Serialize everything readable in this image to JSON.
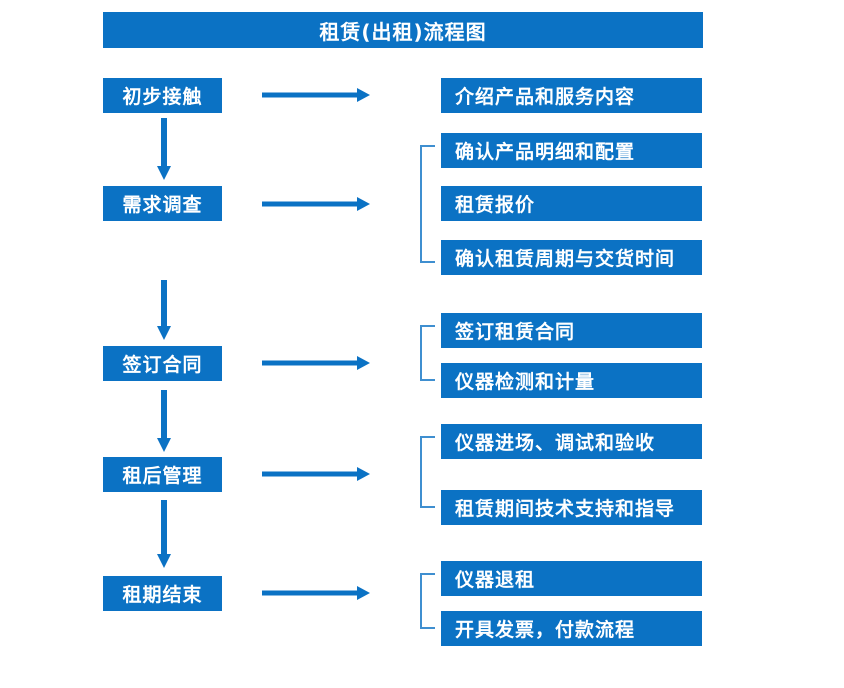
{
  "diagram": {
    "title": "租赁(出租)流程图",
    "accent_color": "#0b72c4",
    "bracket_color": "#3f8fd0",
    "text_color": "#ffffff",
    "background_color": "#ffffff",
    "stages": [
      {
        "id": "stage-1",
        "label": "初步接触",
        "details": [
          "介绍产品和服务内容"
        ],
        "has_bracket": false
      },
      {
        "id": "stage-2",
        "label": "需求调查",
        "details": [
          "确认产品明细和配置",
          "租赁报价",
          "确认租赁周期与交货时间"
        ],
        "has_bracket": true
      },
      {
        "id": "stage-3",
        "label": "签订合同",
        "details": [
          "签订租赁合同",
          "仪器检测和计量"
        ],
        "has_bracket": true
      },
      {
        "id": "stage-4",
        "label": "租后管理",
        "details": [
          "仪器进场、调试和验收",
          "租赁期间技术支持和指导"
        ],
        "has_bracket": true
      },
      {
        "id": "stage-5",
        "label": "租期结束",
        "details": [
          "仪器退租",
          "开具发票，付款流程"
        ],
        "has_bracket": true
      }
    ],
    "icons": {
      "down_arrow": "down-arrow-icon",
      "right_arrow": "right-arrow-icon",
      "bracket": "bracket-icon"
    }
  }
}
